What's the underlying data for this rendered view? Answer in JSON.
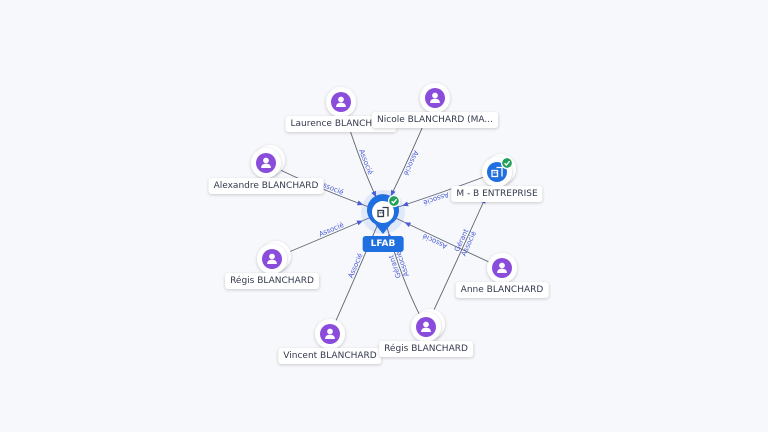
{
  "colors": {
    "person": "#8a4ddb",
    "company": "#1f6fe0",
    "center": "#1f6fe0",
    "verified": "#22a05a",
    "edge": "#5f6470",
    "edge_label": "#4a5cd6",
    "label_text": "#333a4d"
  },
  "center": {
    "label": "LFAB",
    "icon": "building-icon",
    "verified": true
  },
  "nodes": [
    {
      "id": "laurence",
      "label": "Laurence BLANCHARD",
      "type": "person",
      "icon": "person-icon",
      "stack": false
    },
    {
      "id": "nicole",
      "label": "Nicole BLANCHARD (MA...",
      "type": "person",
      "icon": "person-icon",
      "stack": false
    },
    {
      "id": "alexandre",
      "label": "Alexandre BLANCHARD",
      "type": "person",
      "icon": "person-icon",
      "stack": true
    },
    {
      "id": "mb",
      "label": "M - B ENTREPRISE",
      "type": "company",
      "icon": "building-icon",
      "stack": true,
      "verified": true
    },
    {
      "id": "regis1",
      "label": "Régis BLANCHARD",
      "type": "person",
      "icon": "person-icon",
      "stack": true
    },
    {
      "id": "anne",
      "label": "Anne BLANCHARD",
      "type": "person",
      "icon": "person-icon",
      "stack": false
    },
    {
      "id": "vincent",
      "label": "Vincent BLANCHARD",
      "type": "person",
      "icon": "person-icon",
      "stack": false
    },
    {
      "id": "regis2",
      "label": "Régis BLANCHARD",
      "type": "person",
      "icon": "person-icon",
      "stack": true
    }
  ],
  "edges": [
    {
      "from": "laurence",
      "to": "center",
      "labels": [
        "Associé"
      ]
    },
    {
      "from": "nicole",
      "to": "center",
      "labels": [
        "Associé"
      ]
    },
    {
      "from": "alexandre",
      "to": "center",
      "labels": [
        "Associé"
      ]
    },
    {
      "from": "mb",
      "to": "center",
      "labels": [
        "Associé"
      ]
    },
    {
      "from": "regis1",
      "to": "center",
      "labels": [
        "Associé"
      ]
    },
    {
      "from": "anne",
      "to": "center",
      "labels": [
        "Associé"
      ]
    },
    {
      "from": "vincent",
      "to": "center",
      "labels": [
        "Associé"
      ]
    },
    {
      "from": "regis2",
      "to": "center",
      "labels": [
        "Gérant",
        "Associé"
      ]
    },
    {
      "from": "regis2",
      "to": "mb",
      "labels": [
        "Gérant",
        "Associé"
      ]
    }
  ]
}
